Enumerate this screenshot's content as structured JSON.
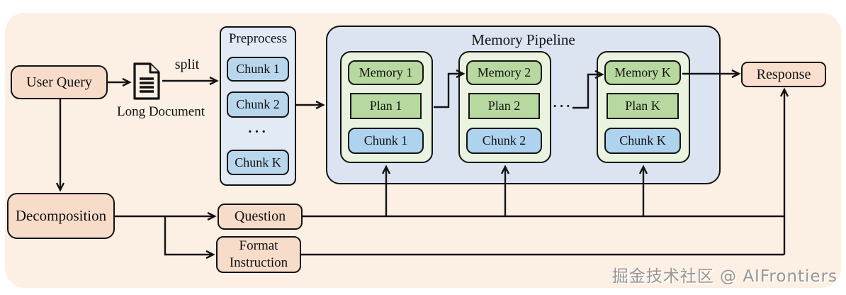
{
  "palette": {
    "canvas_bg": "#fcefe3",
    "peach_node": "#f8dcca",
    "preprocess_bg": "#e1eaf5",
    "chunk_blue": "#b9d7ec",
    "pipeline_bg": "#dce4f1",
    "group_bg": "#eaf3df",
    "memory_green": "#b7d89f",
    "pipeline_chunk_blue": "#aed3ee",
    "line": "#131313"
  },
  "nodes": {
    "user_query": "User Query",
    "split_label": "split",
    "long_document": "Long Document",
    "decomposition": "Decomposition",
    "question": "Question",
    "format_instruction": {
      "line1": "Format",
      "line2": "Instruction"
    },
    "response": "Response"
  },
  "preprocess": {
    "title": "Preprocess",
    "chunks": [
      "Chunk 1",
      "Chunk 2",
      "Chunk K"
    ],
    "ellipsis": "···"
  },
  "pipeline": {
    "title": "Memory Pipeline",
    "ellipsis": "···",
    "groups": [
      {
        "memory": "Memory 1",
        "plan": "Plan 1",
        "chunk": "Chunk 1"
      },
      {
        "memory": "Memory 2",
        "plan": "Plan 2",
        "chunk": "Chunk 2"
      },
      {
        "memory": "Memory K",
        "plan": "Plan K",
        "chunk": "Chunk K"
      }
    ]
  },
  "watermark": "掘金技术社区 @ AIFrontiers"
}
